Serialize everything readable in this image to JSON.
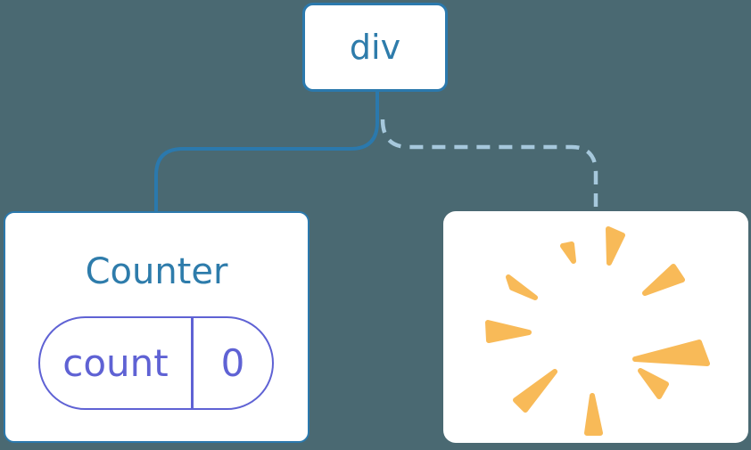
{
  "diagram": {
    "root": {
      "label": "div"
    },
    "counter": {
      "label": "Counter",
      "state_name": "count",
      "state_value": "0"
    },
    "removed": {
      "icon": "poof"
    }
  },
  "colors": {
    "background": "#4a6972",
    "node-blue": "#2b79ad",
    "node-blue-text": "#2e7cab",
    "dashed-line": "#a6c8dc",
    "state-purple": "#5f62d4",
    "poof-orange": "#f8ba58",
    "card-white": "#ffffff"
  }
}
